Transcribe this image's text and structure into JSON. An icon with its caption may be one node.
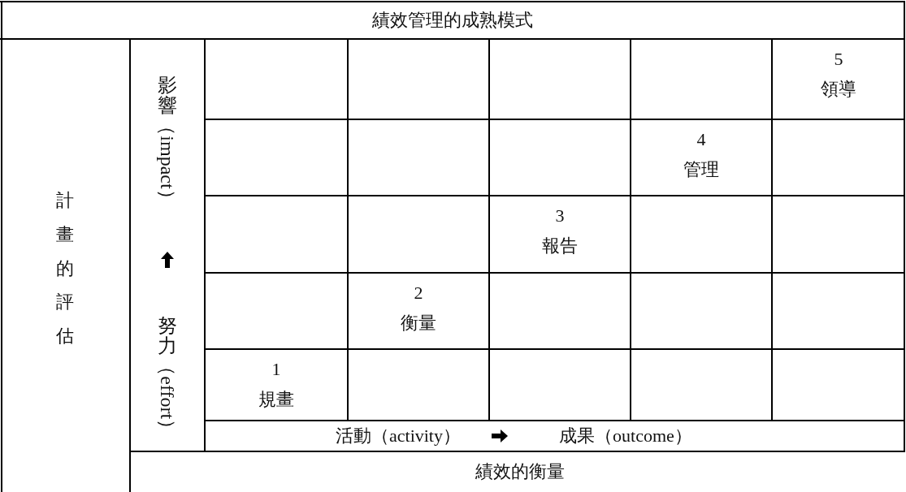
{
  "diagram": {
    "title": "績效管理的成熟模式",
    "labels": [
      "計畫的評估",
      "影響（impact）",
      "努力（effort）",
      "5",
      "領導",
      "4",
      "管理",
      "3",
      "報告",
      "2",
      "衡量",
      "1",
      "規畫",
      "活動（activity）",
      "成果（outcome）",
      "績效的衡量"
    ]
  }
}
